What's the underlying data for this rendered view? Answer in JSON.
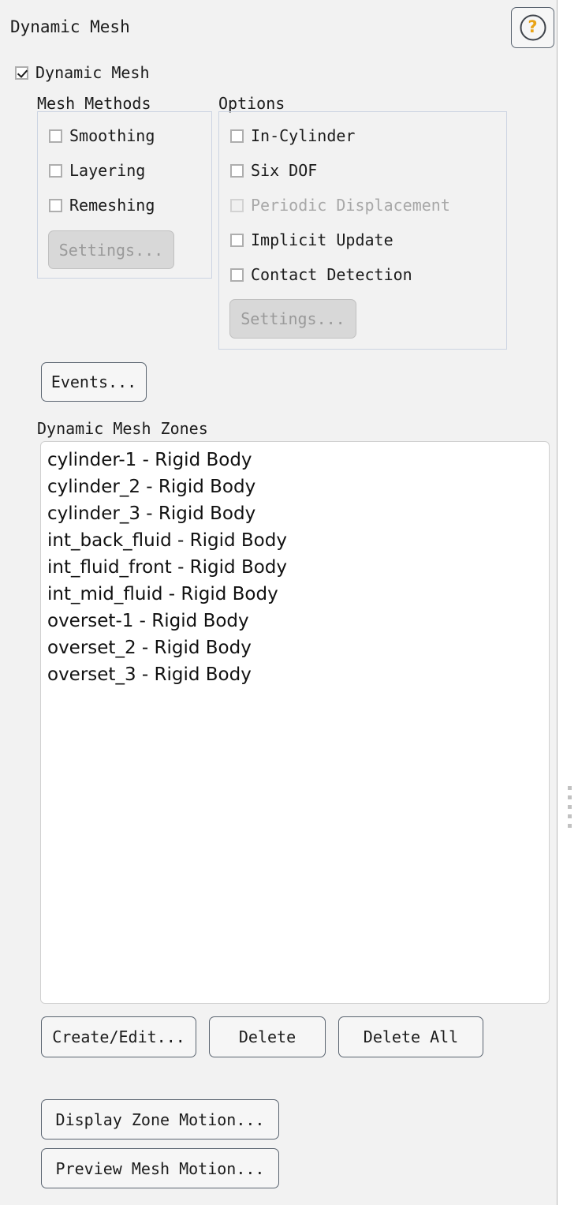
{
  "panel": {
    "title": "Dynamic Mesh",
    "help_icon": "question-mark-help-icon"
  },
  "root_checkbox": {
    "label": "Dynamic Mesh",
    "checked": true
  },
  "mesh_methods": {
    "title": "Mesh Methods",
    "items": [
      {
        "label": "Smoothing",
        "checked": false,
        "disabled": false
      },
      {
        "label": "Layering",
        "checked": false,
        "disabled": false
      },
      {
        "label": "Remeshing",
        "checked": false,
        "disabled": false
      }
    ],
    "settings_label": "Settings...",
    "settings_disabled": true
  },
  "options": {
    "title": "Options",
    "items": [
      {
        "label": "In-Cylinder",
        "checked": false,
        "disabled": false
      },
      {
        "label": "Six DOF",
        "checked": false,
        "disabled": false
      },
      {
        "label": "Periodic Displacement",
        "checked": false,
        "disabled": true
      },
      {
        "label": "Implicit Update",
        "checked": false,
        "disabled": false
      },
      {
        "label": "Contact Detection",
        "checked": false,
        "disabled": false
      }
    ],
    "settings_label": "Settings...",
    "settings_disabled": true
  },
  "events_button": {
    "label": "Events..."
  },
  "zones": {
    "label": "Dynamic Mesh Zones",
    "items": [
      "cylinder-1 - Rigid Body",
      "cylinder_2 - Rigid Body",
      "cylinder_3 - Rigid Body",
      "int_back_fluid - Rigid Body",
      "int_fluid_front - Rigid Body",
      "int_mid_fluid - Rigid Body",
      "overset-1 - Rigid Body",
      "overset_2 - Rigid Body",
      "overset_3 - Rigid Body"
    ]
  },
  "zone_actions": {
    "create_edit": "Create/Edit...",
    "delete": "Delete",
    "delete_all": "Delete All"
  },
  "motion_actions": {
    "display_zone_motion": "Display Zone Motion...",
    "preview_mesh_motion": "Preview Mesh Motion..."
  },
  "colors": {
    "panel_background": "#f2f2f2",
    "group_border": "#ccd4e2",
    "button_border": "#5a6470",
    "disabled_text": "#a8a8a8",
    "help_accent": "#e8a317",
    "scrollbar_thumb": "#bcc6d6"
  }
}
